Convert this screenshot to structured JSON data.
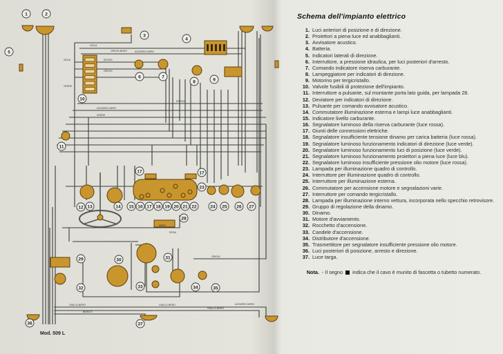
{
  "legend": {
    "title": "Schema dell'impianto elettrico",
    "items": [
      {
        "num": "1.",
        "text": "Luci anteriori di posizione e di direzione."
      },
      {
        "num": "2.",
        "text": "Proiettori a piena luce ed anabbaglianti."
      },
      {
        "num": "3.",
        "text": "Avvisatore acustico."
      },
      {
        "num": "4.",
        "text": "Batteria."
      },
      {
        "num": "5.",
        "text": "Indicatori laterali di direzione."
      },
      {
        "num": "6.",
        "text": "Interruttore, a pressione idraulica, per luci posteriori d'arresto."
      },
      {
        "num": "7.",
        "text": "Comando indicatore riserva carburante."
      },
      {
        "num": "8.",
        "text": "Lampeggiatore per indicatori di direzione."
      },
      {
        "num": "9.",
        "text": "Motorino per tergicristallo."
      },
      {
        "num": "10.",
        "text": "Valvole fusibili di protezione dell'impianto."
      },
      {
        "num": "11.",
        "text": "Interruttore a pulsante, sul montante porta lato guida, per lampada 28."
      },
      {
        "num": "12.",
        "text": "Deviatore per indicatori di direzione."
      },
      {
        "num": "13.",
        "text": "Pulsante per comando avvisatore acustico."
      },
      {
        "num": "14.",
        "text": "Commutatore illuminazione esterna e lampi luce anabbaglianti."
      },
      {
        "num": "15.",
        "text": "Indicatore livello carburante."
      },
      {
        "num": "16.",
        "text": "Segnalatore luminoso della riserva carburante (luce rossa)."
      },
      {
        "num": "17.",
        "text": "Giunti delle connessioni elettriche."
      },
      {
        "num": "18.",
        "text": "Segnalatore insufficiente tensione dinamo per carica batteria (luce rossa)."
      },
      {
        "num": "19.",
        "text": "Segnalatore luminoso funzionamento indicatori di direzione (luce verde)."
      },
      {
        "num": "20.",
        "text": "Segnalatore luminoso funzionamento luci di posizione (luce verde)."
      },
      {
        "num": "21.",
        "text": "Segnalatore luminoso funzionamento proiettori a piena luce (luce blu)."
      },
      {
        "num": "22.",
        "text": "Segnalatore luminoso insufficiente pressione olio motore (luce rossa)."
      },
      {
        "num": "23.",
        "text": "Lampada per illuminazione quadro di controllo."
      },
      {
        "num": "24.",
        "text": "Interruttore per illuminazione quadro di controllo."
      },
      {
        "num": "25.",
        "text": "Interruttore per illuminazione esterna."
      },
      {
        "num": "26.",
        "text": "Commutatore per accensione motore e segnalazioni varie."
      },
      {
        "num": "27.",
        "text": "Interruttore per comando tergicristallo."
      },
      {
        "num": "28.",
        "text": "Lampada per illuminazione interno vettura, incorporata nello specchio retrovisore."
      },
      {
        "num": "29.",
        "text": "Gruppo di regolazione della dinamo."
      },
      {
        "num": "30.",
        "text": "Dinamo."
      },
      {
        "num": "31.",
        "text": "Motore d'avviamento."
      },
      {
        "num": "32.",
        "text": "Rocchetto d'accensione."
      },
      {
        "num": "33.",
        "text": "Candele d'accensione."
      },
      {
        "num": "34.",
        "text": "Distributore d'accensione."
      },
      {
        "num": "35.",
        "text": "Trasmettitore per segnalatore insufficiente pressione olio motore."
      },
      {
        "num": "36.",
        "text": "Luci posteriori di posizione, arresto e direzione."
      },
      {
        "num": "37.",
        "text": "Luce targa."
      }
    ],
    "note": {
      "label": "Nota.",
      "before": "- Il segno",
      "after": "indica che il cavo è munito di fascetta o tubetto numerato."
    }
  },
  "diagram": {
    "model": "Mod. 509 L",
    "component_color": "#c9962e",
    "wire_color": "#3a3a3a",
    "callouts": [
      "1",
      "2",
      "3",
      "4",
      "5",
      "6",
      "7",
      "8",
      "9",
      "10",
      "11",
      "12",
      "13",
      "14",
      "15",
      "16",
      "17",
      "18",
      "19",
      "20",
      "21",
      "22",
      "23",
      "24",
      "25",
      "26",
      "27",
      "28",
      "29",
      "30",
      "31",
      "32",
      "33",
      "34",
      "35",
      "36",
      "37"
    ],
    "wire_labels": {
      "viola": "VIOLA",
      "grigio_nero": "GRIGIO-NERO",
      "azzurro_nero": "AZZURRO-NERO",
      "verde": "VERDE",
      "rosso": "ROSSO",
      "grigio": "GRIGIO",
      "nero": "NERO",
      "giallo_nero": "GIALLO-NERO",
      "bianco": "BIANCO",
      "rosa": "ROSA"
    }
  }
}
